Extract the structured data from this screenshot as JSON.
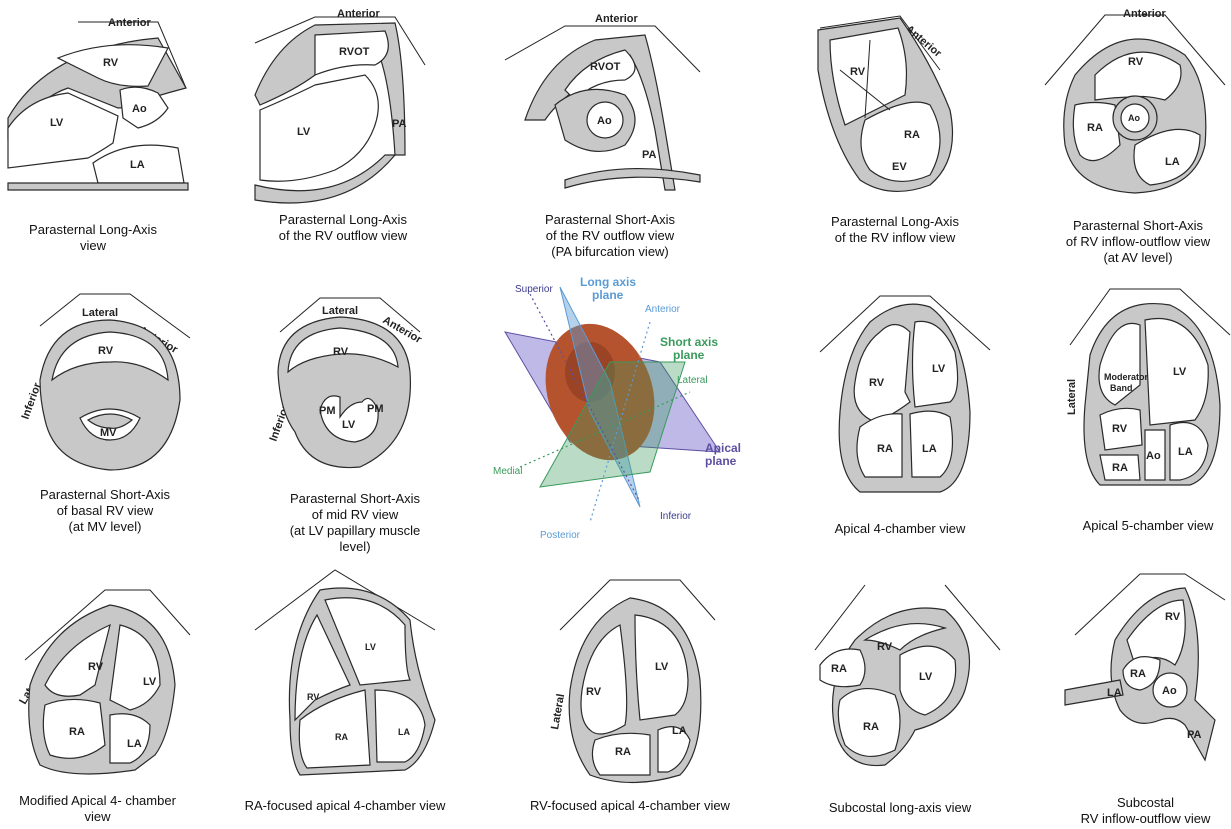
{
  "colors": {
    "wall_fill": "#c8c8c8",
    "outline": "#2a2a2a",
    "cavity": "#ffffff",
    "long_axis_plane": "#5b9bd5",
    "short_axis_plane": "#3a9a5c",
    "apical_plane": "#5e4fa2",
    "heart": "#b5532f"
  },
  "views": [
    {
      "id": "plax",
      "caption": [
        "Parasternal Long-Axis",
        "view"
      ],
      "labels": {
        "orientation": "Anterior",
        "rv": "RV",
        "lv": "LV",
        "ao": "Ao",
        "la": "LA"
      }
    },
    {
      "id": "rvot-lax",
      "caption": [
        "Parasternal Long-Axis",
        "of the RV outflow view"
      ],
      "labels": {
        "orientation": "Anterior",
        "rvot": "RVOT",
        "lv": "LV",
        "pa": "PA"
      }
    },
    {
      "id": "rvot-sax",
      "caption": [
        "Parasternal Short-Axis",
        "of the RV outflow view",
        "(PA bifurcation view)"
      ],
      "labels": {
        "orientation": "Anterior",
        "rvot": "RVOT",
        "ao": "Ao",
        "pa": "PA"
      }
    },
    {
      "id": "rv-inflow",
      "caption": [
        "Parasternal Long-Axis",
        "of the RV inflow view"
      ],
      "labels": {
        "orientation": "Anterior",
        "rv": "RV",
        "ra": "RA",
        "ev": "EV"
      }
    },
    {
      "id": "sax-av",
      "caption": [
        "Parasternal Short-Axis",
        "of RV inflow-outflow view",
        "(at AV level)"
      ],
      "labels": {
        "orientation": "Anterior",
        "rv": "RV",
        "ra": "RA",
        "ao": "Ao",
        "la": "LA"
      }
    },
    {
      "id": "sax-mv",
      "caption": [
        "Parasternal Short-Axis",
        "of basal RV view",
        "(at MV level)"
      ],
      "labels": {
        "lateral": "Lateral",
        "anterior": "Anterior",
        "inferior": "Inferior",
        "rv": "RV",
        "mv": "MV"
      }
    },
    {
      "id": "sax-pm",
      "caption": [
        "Parasternal Short-Axis",
        "of mid RV view",
        "(at LV papillary muscle",
        "level)"
      ],
      "labels": {
        "lateral": "Lateral",
        "anterior": "Anterior",
        "inferior": "Inferior",
        "rv": "RV",
        "pm1": "PM",
        "pm2": "PM",
        "lv": "LV"
      }
    },
    {
      "id": "planes",
      "labels": {
        "long_axis": [
          "Long axis",
          "plane"
        ],
        "short_axis": [
          "Short axis",
          "plane"
        ],
        "apical": [
          "Apical",
          "plane"
        ],
        "superior": "Superior",
        "anterior": "Anterior",
        "lateral": "Lateral",
        "medial": "Medial",
        "inferior": "Inferior",
        "posterior": "Posterior"
      }
    },
    {
      "id": "a4c",
      "caption": [
        "Apical 4-chamber view"
      ],
      "labels": {
        "rv": "RV",
        "lv": "LV",
        "ra": "RA",
        "la": "LA"
      }
    },
    {
      "id": "a5c",
      "caption": [
        "Apical 5-chamber view"
      ],
      "labels": {
        "lateral": "Lateral",
        "moderator": [
          "Moderator",
          "Band"
        ],
        "lv": "LV",
        "rv": "RV",
        "ra": "RA",
        "ao": "Ao",
        "la": "LA"
      }
    },
    {
      "id": "mod-a4c",
      "caption": [
        "Modified Apical 4- chamber",
        "view"
      ],
      "labels": {
        "lateral": "Lateral",
        "rv": "RV",
        "lv": "LV",
        "ra": "RA",
        "la": "LA"
      }
    },
    {
      "id": "ra-a4c",
      "caption": [
        "RA-focused apical 4-chamber view"
      ],
      "labels": {
        "lv": "LV",
        "rv": "RV",
        "ra": "RA",
        "la": "LA"
      }
    },
    {
      "id": "rv-a4c",
      "caption": [
        "RV-focused apical 4-chamber view"
      ],
      "labels": {
        "lateral": "Lateral",
        "lv": "LV",
        "rv": "RV",
        "ra": "RA",
        "la": "LA"
      }
    },
    {
      "id": "subcostal-lax",
      "caption": [
        "Subcostal long-axis view"
      ],
      "labels": {
        "rv": "RV",
        "ra1": "RA",
        "lv": "LV",
        "ra2": "RA"
      }
    },
    {
      "id": "subcostal-rv",
      "caption": [
        "Subcostal",
        "RV inflow-outflow view"
      ],
      "labels": {
        "rv": "RV",
        "ra": "RA",
        "la": "LA",
        "ao": "Ao",
        "pa": "PA"
      }
    }
  ]
}
